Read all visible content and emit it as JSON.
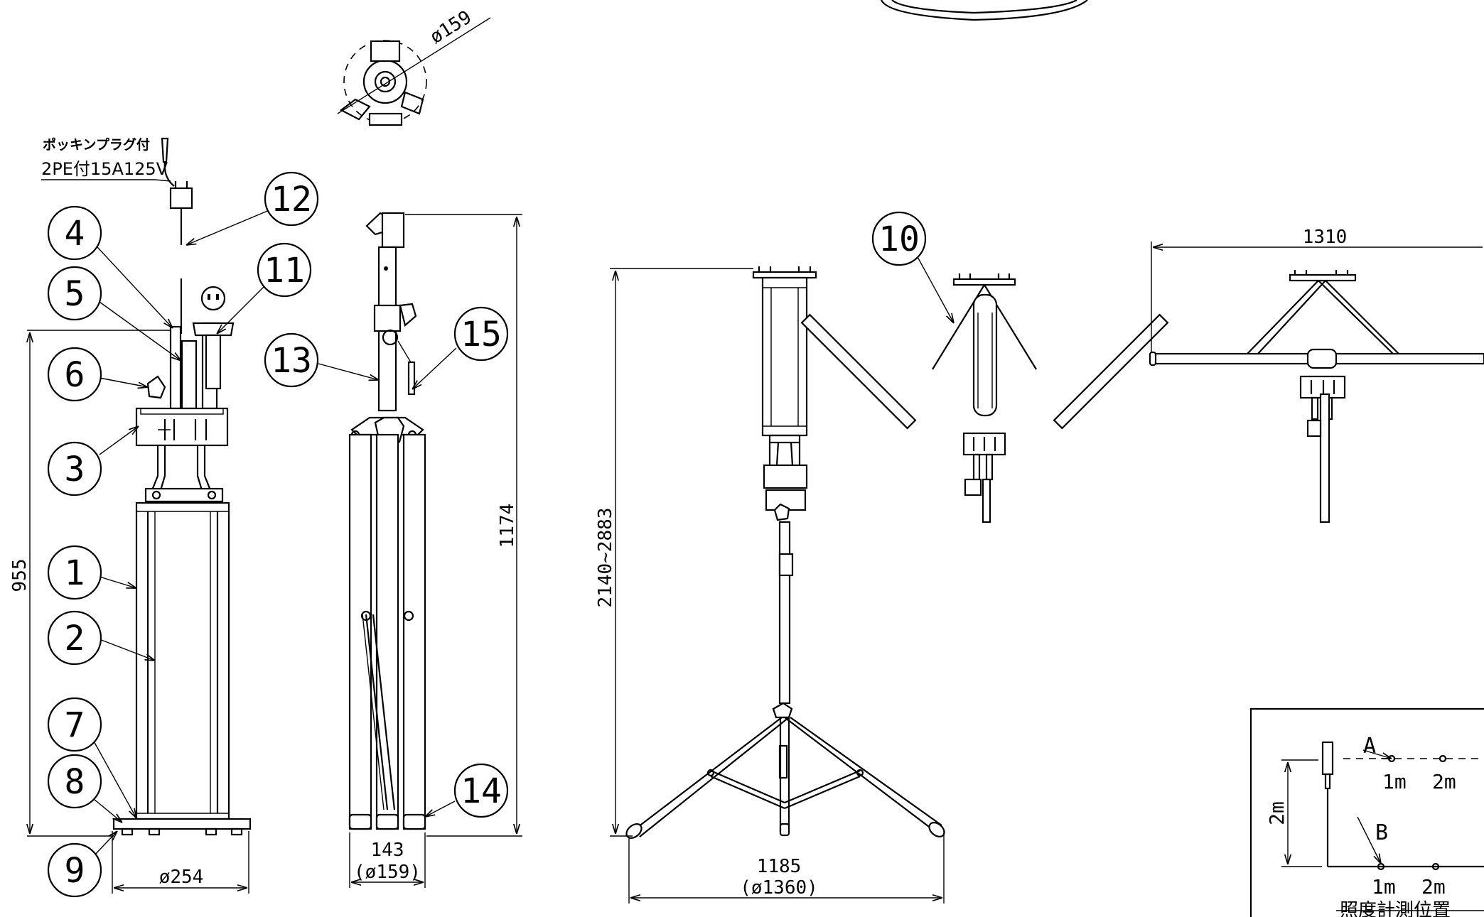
{
  "plug_note": {
    "line1": "ポッキンプラグ付",
    "line2": "2PE付15A125V"
  },
  "balloons": {
    "b1": "1",
    "b2": "2",
    "b3": "3",
    "b4": "4",
    "b5": "5",
    "b6": "6",
    "b7": "7",
    "b8": "8",
    "b9": "9",
    "b10": "10",
    "b11": "11",
    "b12": "12",
    "b13": "13",
    "b14": "14",
    "b15": "15"
  },
  "dimensions": {
    "top_view_dia": "ø159",
    "height_stored": "955",
    "base_dia": "ø254",
    "height_tripod": "1174",
    "tripod_width": "143",
    "tripod_width_dia": "(ø159)",
    "height_range": "2140~2883",
    "spread_width": "1185",
    "spread_dia": "(ø1360)",
    "arm_span": "1310"
  },
  "measurement_inset": {
    "point_a": "A",
    "point_b": "B",
    "upper_1m": "1m",
    "upper_2m": "2m",
    "lower_1m": "1m",
    "lower_2m": "2m",
    "height": "2m",
    "caption": "照度計測位置"
  }
}
